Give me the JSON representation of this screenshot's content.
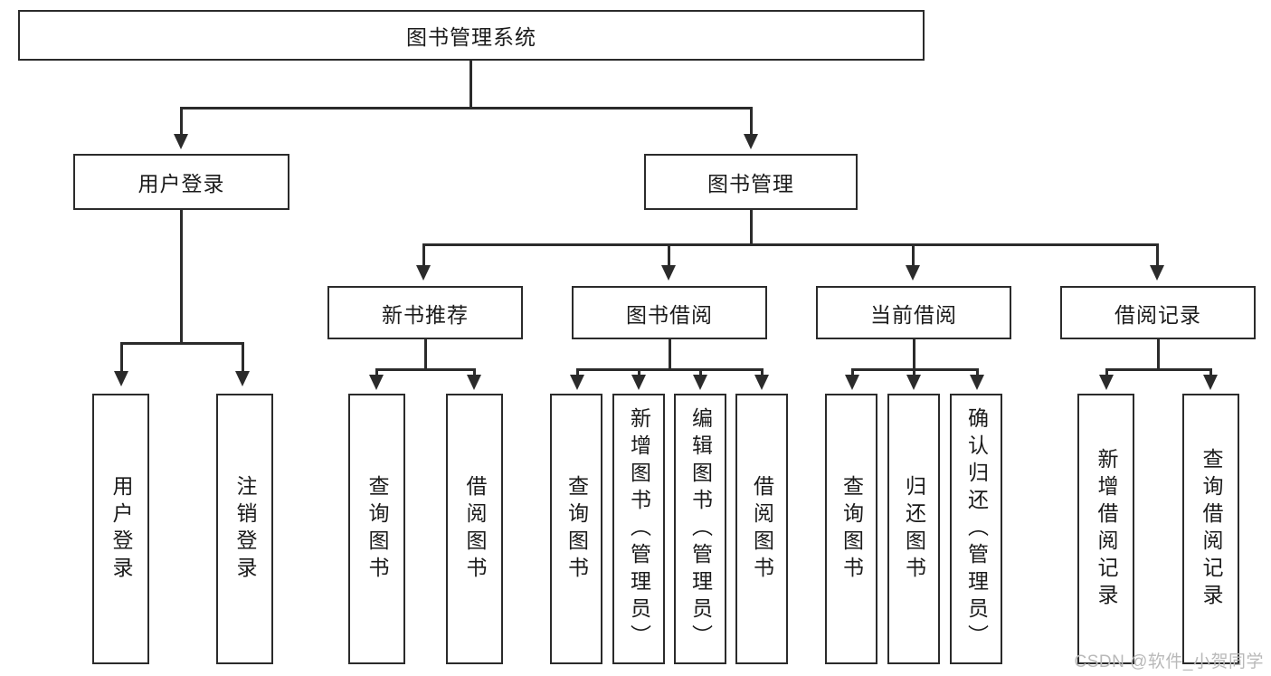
{
  "diagram": {
    "type": "hierarchy-tree",
    "title": "图书管理系统",
    "root": {
      "label": "图书管理系统"
    },
    "level2": [
      {
        "label": "用户登录"
      },
      {
        "label": "图书管理"
      }
    ],
    "level3": [
      {
        "label": "新书推荐"
      },
      {
        "label": "图书借阅"
      },
      {
        "label": "当前借阅"
      },
      {
        "label": "借阅记录"
      }
    ],
    "leaves": {
      "user_login": [
        {
          "label": "用户登录"
        },
        {
          "label": "注销登录"
        }
      ],
      "new_book_recommend": [
        {
          "label": "查询图书"
        },
        {
          "label": "借阅图书"
        }
      ],
      "book_borrow": [
        {
          "label": "查询图书"
        },
        {
          "label": "新增图书（管理员）"
        },
        {
          "label": "编辑图书（管理员）"
        },
        {
          "label": "借阅图书"
        }
      ],
      "current_borrow": [
        {
          "label": "查询图书"
        },
        {
          "label": "归还图书"
        },
        {
          "label": "确认归还（管理员）"
        }
      ],
      "borrow_record": [
        {
          "label": "新增借阅记录"
        },
        {
          "label": "查询借阅记录"
        }
      ]
    }
  },
  "watermark": {
    "text": "CSDN @软件_小贺同学"
  },
  "colors": {
    "stroke": "#2b2b2b",
    "fill": "#ffffff",
    "text": "#1b1b1b",
    "watermark": "#b9b9b9"
  }
}
